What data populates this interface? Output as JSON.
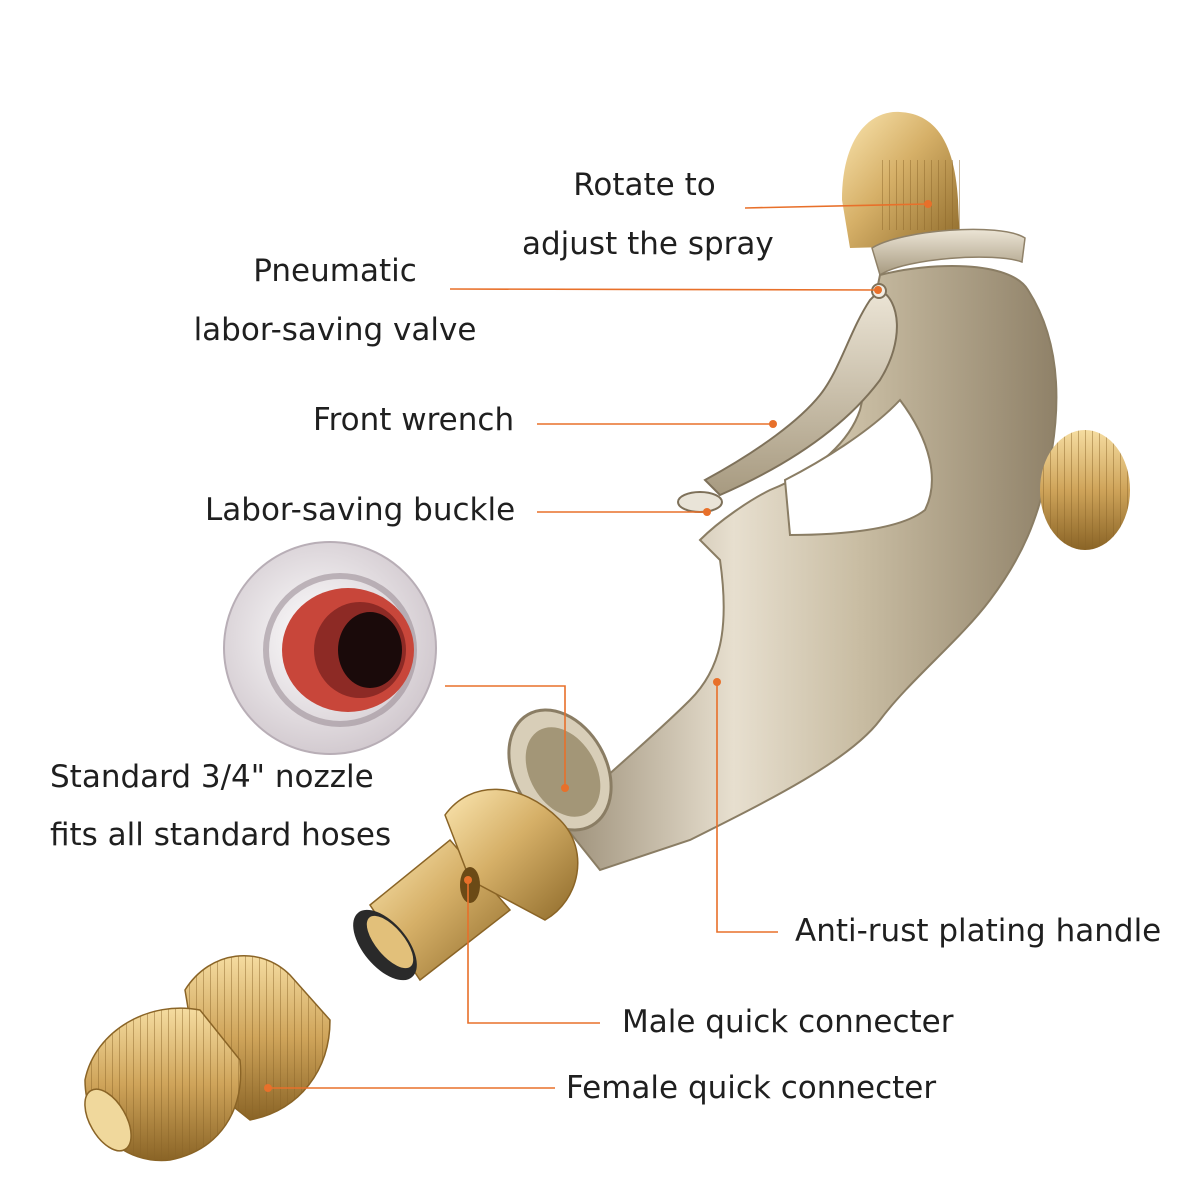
{
  "labels": {
    "spray_line1": "Rotate to",
    "spray_line2": "adjust the spray",
    "valve_line1": "Pneumatic",
    "valve_line2": "labor-saving valve",
    "wrench": "Front wrench",
    "buckle": "Labor-saving buckle",
    "nozzle_line1": "Standard 3/4\" nozzle",
    "nozzle_line2": "fits all standard hoses",
    "handle": "Anti-rust plating handle",
    "male": "Male quick connecter",
    "female": "Female quick connecter"
  },
  "colors": {
    "leader": "#e8702a",
    "brass": "#d9b46a",
    "silver": "#c8b99a"
  }
}
